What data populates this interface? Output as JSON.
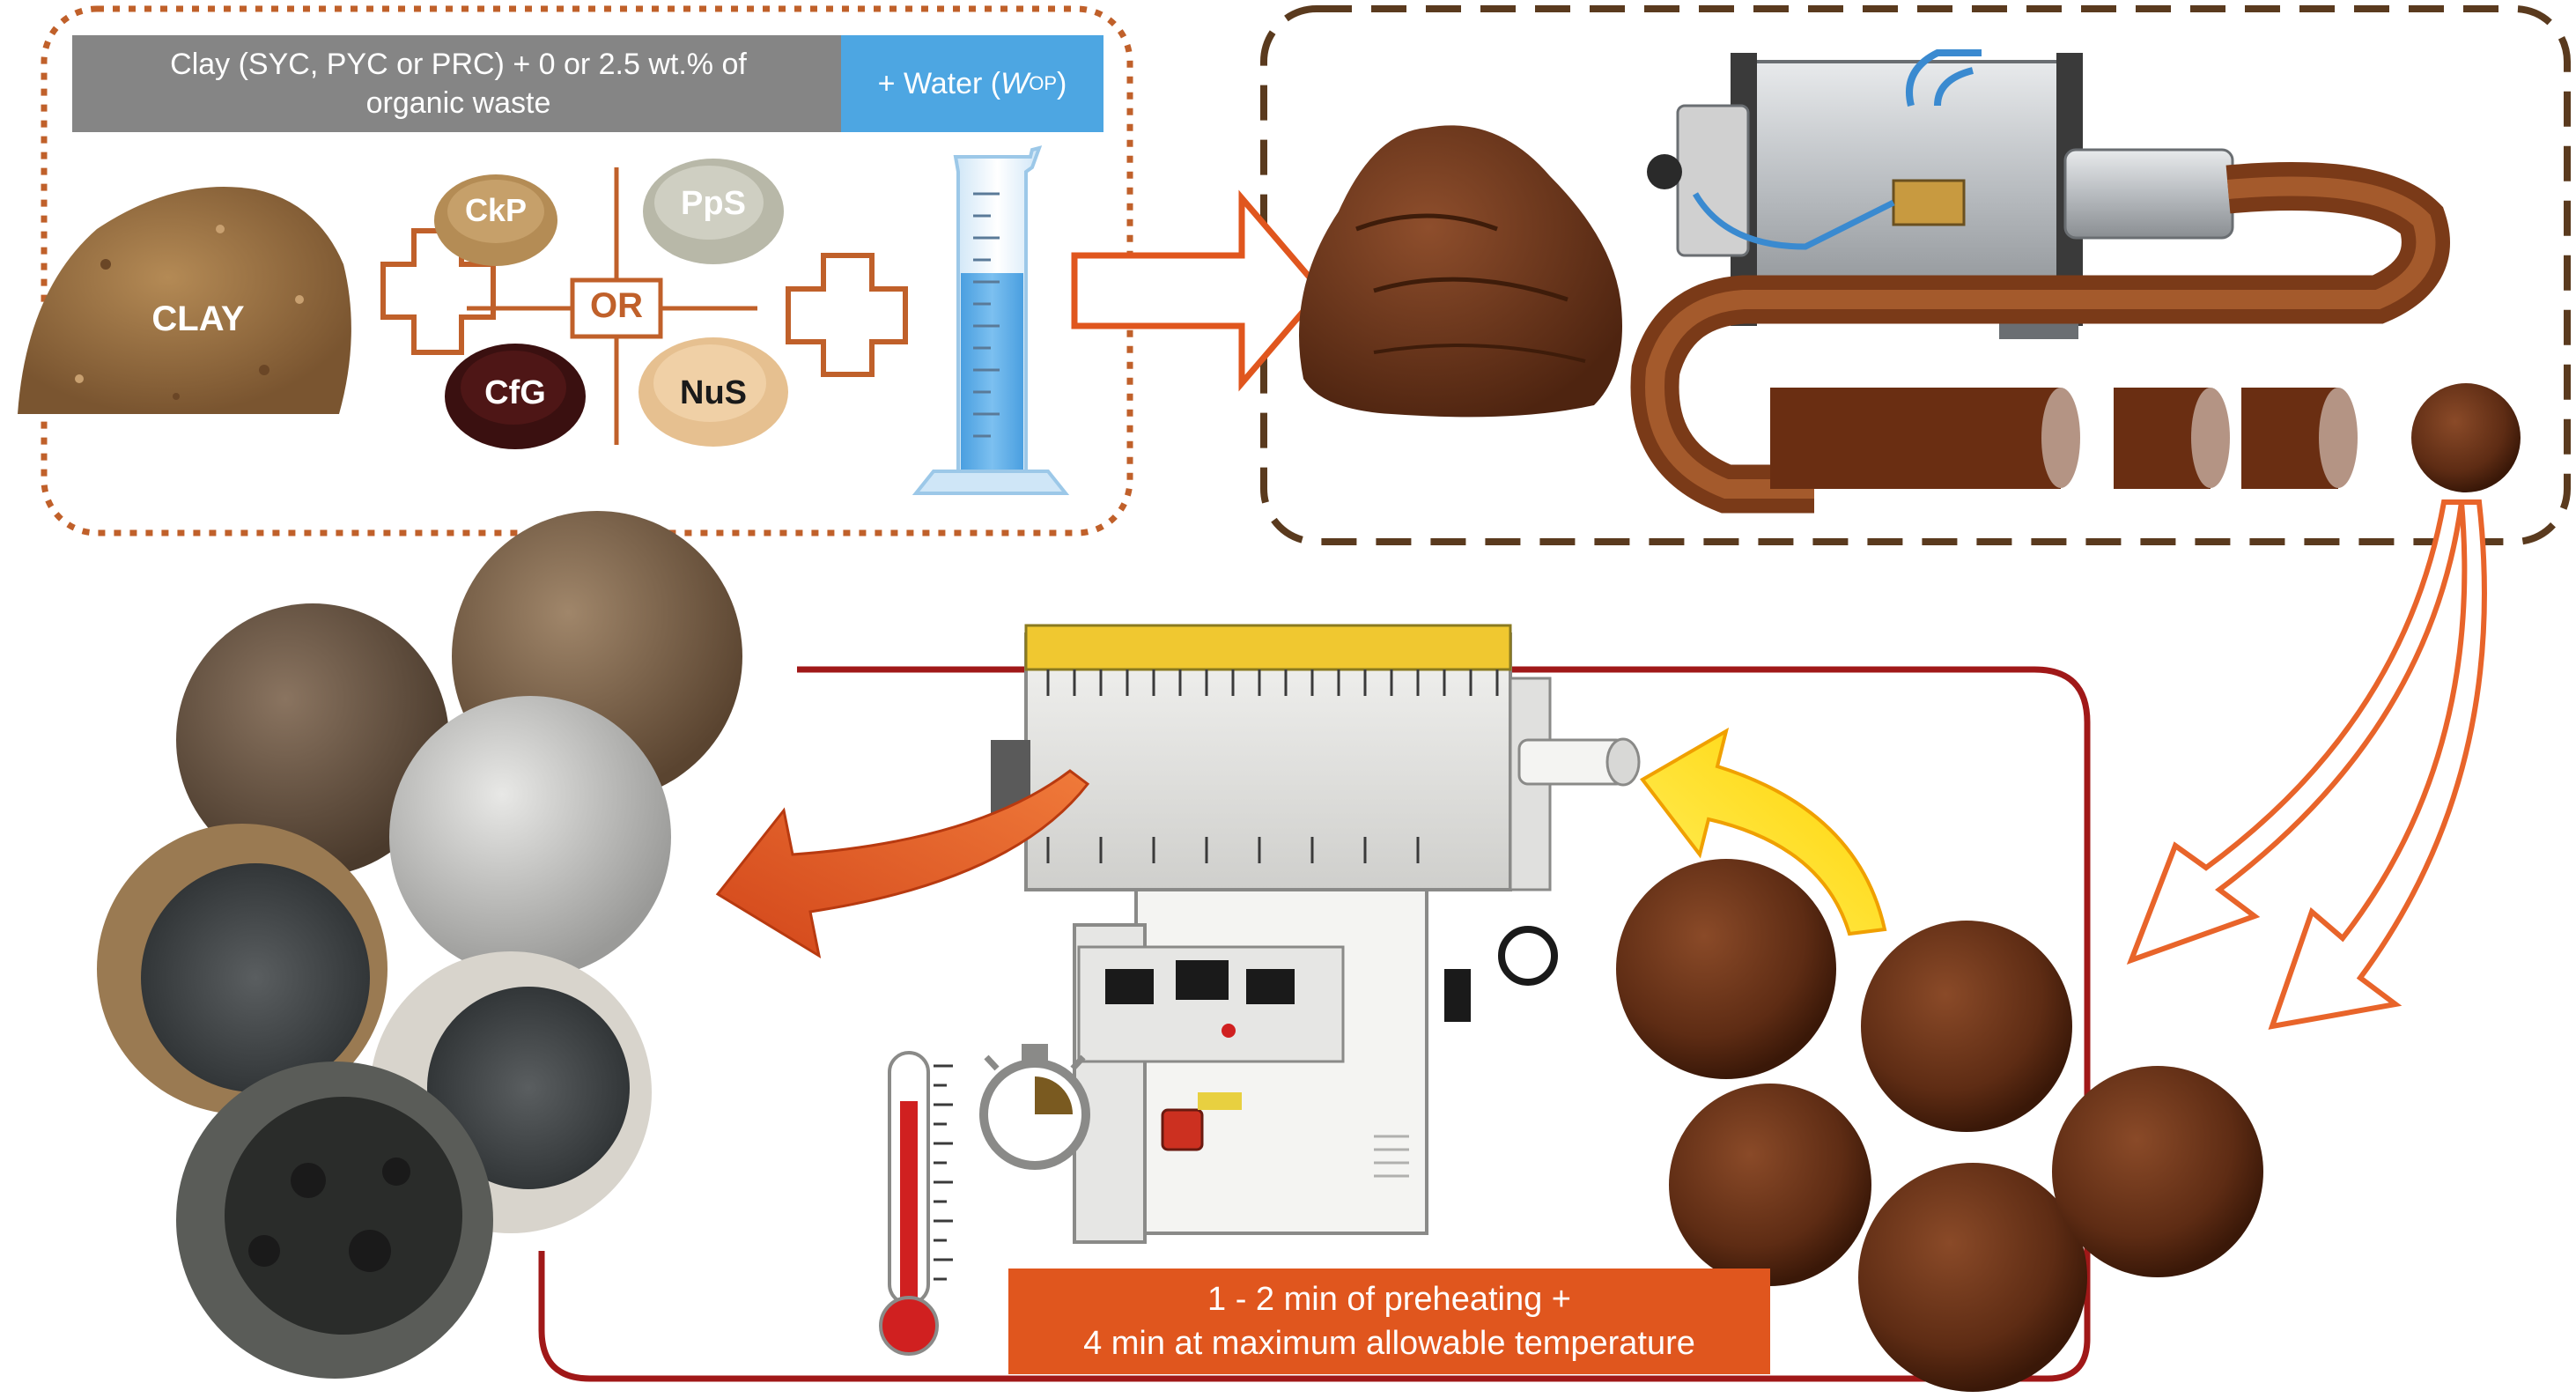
{
  "header": {
    "ingredients": "Clay (SYC, PYC or PRC) + 0 or 2.5 wt.% of organic waste",
    "water_prefix": "+ Water (",
    "water_symbol": "W",
    "water_sub": "OP",
    "water_suffix": ")"
  },
  "materials": {
    "clay": "CLAY",
    "ckp": "CkP",
    "pps": "PpS",
    "cfg": "CfG",
    "nus": "NuS",
    "or": "OR"
  },
  "caption": {
    "line1": "1 - 2 min of preheating +",
    "line2": "4 min at maximum allowable temperature"
  },
  "colors": {
    "orange": "#e0561e",
    "dark_red": "#a01818",
    "brown_dash": "#5a3a1e",
    "grey": "#858585",
    "blue": "#4da6e2",
    "yellow": "#ffe600"
  }
}
